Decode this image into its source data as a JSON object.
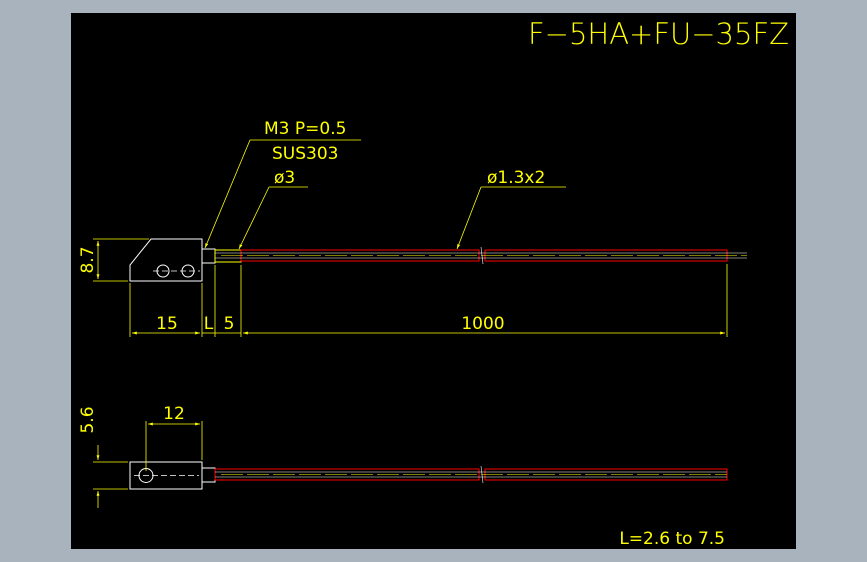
{
  "drawing": {
    "title": "F−5HA+FU−35FZ",
    "callouts": {
      "thread": "M3 P=0.5",
      "material": "SUS303",
      "tip_dia": "ø3",
      "fiber_dia": "ø1.3x2"
    },
    "dims_top": {
      "height": "8.7",
      "block_len": "15",
      "L": "L",
      "tip_len": "5",
      "fiber_len": "1000"
    },
    "dims_bottom": {
      "height": "5.6",
      "hole_pos": "12"
    },
    "note": "L=2.6 to 7.5"
  },
  "colors": {
    "background": "#000000",
    "frame": "#a9b3bd",
    "dimension": "#ffff00",
    "outline": "#ff0000",
    "detail": "#ffffff"
  }
}
